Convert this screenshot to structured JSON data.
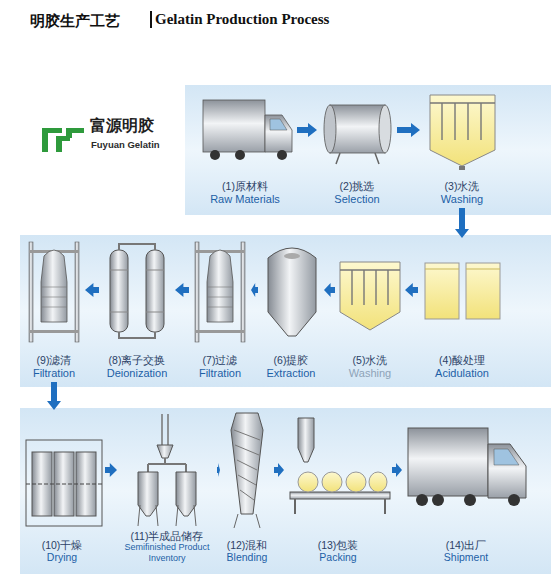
{
  "diagram": {
    "title": "明胶生产工艺",
    "nodes": [
      {
        "text": [
          "(1)原材料",
          "Raw Materials"
        ]
      },
      {
        "text": [
          "(2)挑选",
          "Selection"
        ]
      },
      {
        "text": [
          "(3)水洗",
          "Washing"
        ]
      },
      {
        "text": [
          "(4)酸处理",
          "Acidulation"
        ]
      },
      {
        "text": [
          "(5)水洗",
          "Washing"
        ]
      },
      {
        "text": [
          "(6)提胶",
          "Extraction"
        ]
      },
      {
        "text": [
          "(7)过滤",
          "Filtration"
        ]
      },
      {
        "text": [
          "(8)离子交换",
          "Deionization"
        ]
      },
      {
        "text": [
          "(9)滤清",
          "Filtration"
        ]
      },
      {
        "text": [
          "(10)干燥",
          "Drying"
        ]
      },
      {
        "text": [
          "(11)半成品储存",
          "Semifinished Product Inventory"
        ]
      },
      {
        "text": [
          "(12)混和",
          "Blending"
        ]
      },
      {
        "text": [
          "(13)包装",
          "Packing"
        ]
      },
      {
        "text": [
          "(14)出厂",
          "Shipment"
        ]
      }
    ],
    "edges": [
      {
        "from": 0,
        "to": 1,
        "arrow": "to"
      },
      {
        "from": 1,
        "to": 2,
        "arrow": "to"
      },
      {
        "from": 2,
        "to": 3,
        "arrow": "to"
      },
      {
        "from": 3,
        "to": 4,
        "arrow": "to"
      },
      {
        "from": 4,
        "to": 5,
        "arrow": "to"
      },
      {
        "from": 5,
        "to": 6,
        "arrow": "to"
      },
      {
        "from": 6,
        "to": 7,
        "arrow": "to"
      },
      {
        "from": 7,
        "to": 8,
        "arrow": "to"
      },
      {
        "from": 8,
        "to": 9,
        "arrow": "to"
      },
      {
        "from": 9,
        "to": 10,
        "arrow": "to"
      },
      {
        "from": 10,
        "to": 11,
        "arrow": "to"
      },
      {
        "from": 11,
        "to": 12,
        "arrow": "to"
      },
      {
        "from": 12,
        "to": 13,
        "arrow": "to"
      }
    ],
    "labels": [
      "Gelatin Production Process",
      "富源明胶",
      "Fuyuan Gelatin"
    ]
  }
}
